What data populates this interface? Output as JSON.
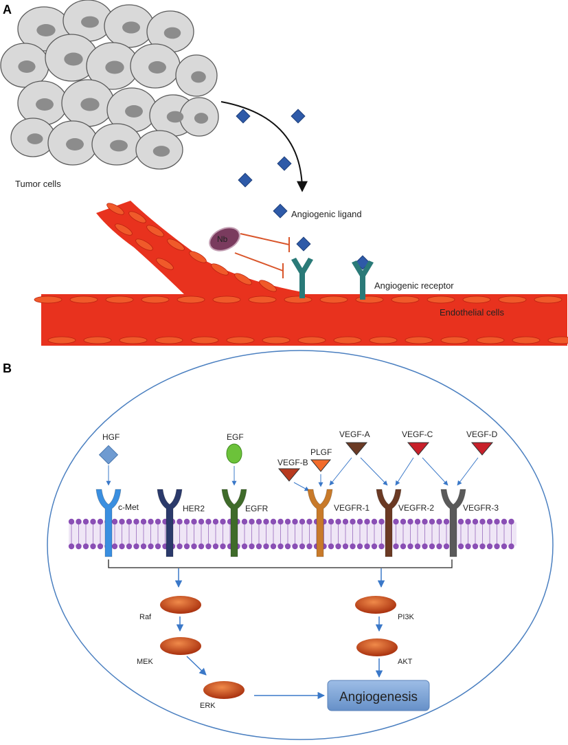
{
  "panelA": {
    "label": "A",
    "tumor_cells_label": "Tumor cells",
    "ligand_label": "Angiogenic ligand",
    "receptor_label": "Angiogenic receptor",
    "endothelial_label": "Endothelial cells",
    "nb_label": "Nb"
  },
  "panelB": {
    "label": "B",
    "ligands": {
      "hgf": "HGF",
      "egf": "EGF",
      "vegf_a": "VEGF-A",
      "vegf_b": "VEGF-B",
      "plgf": "PLGF",
      "vegf_c": "VEGF-C",
      "vegf_d": "VEGF-D"
    },
    "receptors": {
      "cmet": "c-Met",
      "her2": "HER2",
      "egfr": "EGFR",
      "vegfr1": "VEGFR-1",
      "vegfr2": "VEGFR-2",
      "vegfr3": "VEGFR-3"
    },
    "kinases": {
      "raf": "Raf",
      "mek": "MEK",
      "erk": "ERK",
      "pi3k": "PI3K",
      "akt": "AKT"
    },
    "outcome": "Angiogenesis"
  },
  "colors": {
    "cell_fill": "#d9d9d9",
    "nucleus": "#8c8c8c",
    "vessel": "#e8321e",
    "vessel_cell": "#f05a2a",
    "ligand_blue": "#2e5aa8",
    "receptor_teal": "#2a7a78",
    "nb": "#7a3b5e",
    "inhibit": "#d9552a",
    "hgf": "#6f9bd1",
    "egf": "#6cc23a",
    "vegf_a": "#6b3a24",
    "vegf_b": "#b83a1f",
    "plgf": "#f26b2a",
    "vegf_c": "#c8202a",
    "vegf_d": "#c8202a",
    "cmet": "#3a8fe0",
    "her2": "#2b3a6b",
    "egfr": "#3f6b2a",
    "vegfr1": "#c87a2a",
    "vegfr2": "#6b3a24",
    "vegfr3": "#5a5a5a",
    "membrane": "#8a4fb5",
    "kinase": "#c8461a",
    "arrow": "#3a78c8",
    "outcome_box": "#7ea6d8"
  }
}
